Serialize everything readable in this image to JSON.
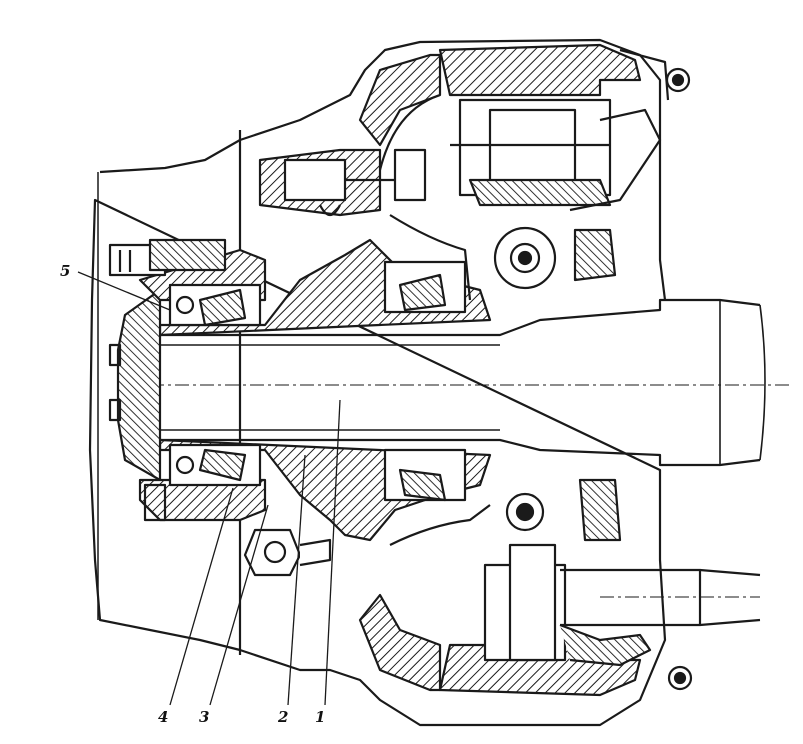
{
  "labels": {
    "l1": "1",
    "l2": "2",
    "l3": "3",
    "l4": "4",
    "l5": "5"
  },
  "colors": {
    "ink": "#1a1a1a",
    "paper": "#ffffff"
  }
}
